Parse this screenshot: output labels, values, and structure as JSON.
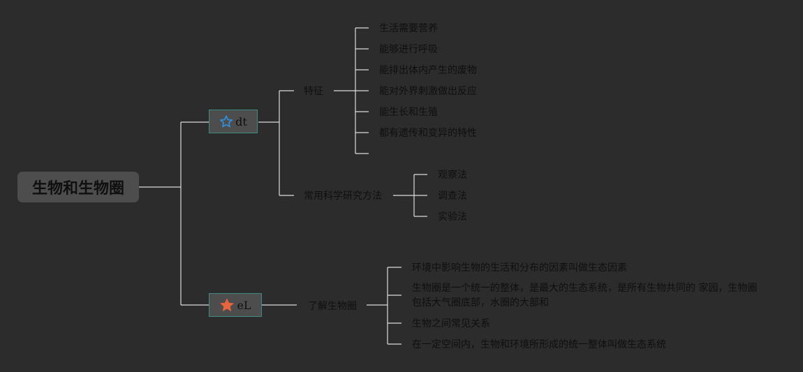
{
  "root": {
    "label": "生物和生物圈"
  },
  "branches": [
    {
      "label": "dt",
      "icon": "star-outline-icon",
      "icon_color": "#2f8fdc",
      "children": [
        {
          "label": "特征",
          "items": [
            "生活需要营养",
            "能够进行呼吸",
            "能排出体内产生的废物",
            "能对外界刺激做出反应",
            "能生长和生殖",
            "都有遗传和变异的特性",
            ""
          ]
        },
        {
          "label": "常用科学研究方法",
          "items": [
            "观察法",
            "调查法",
            "实验法"
          ]
        }
      ]
    },
    {
      "label": "eL",
      "icon": "star-filled-icon",
      "icon_color": "#e8643c",
      "children": [
        {
          "label": "了解生物圈",
          "items": [
            "环境中影响生物的生活和分布的因素叫做生态因素",
            "生物圈是一个统一的整体，是最大的生态系统，是所有生物共同的 家园，生物圈包括大气圈底部，水圈的大部和",
            "生物之间常见关系",
            "在一定空间内，生物和环境所形成的统一整体叫做生态系统"
          ]
        }
      ]
    }
  ],
  "colors": {
    "background": "#2c2c2c",
    "node_fill": "#4d4d4d",
    "node_border": "#3f8a82",
    "line": "#dcdcdc",
    "text": "#0f0f0f"
  }
}
